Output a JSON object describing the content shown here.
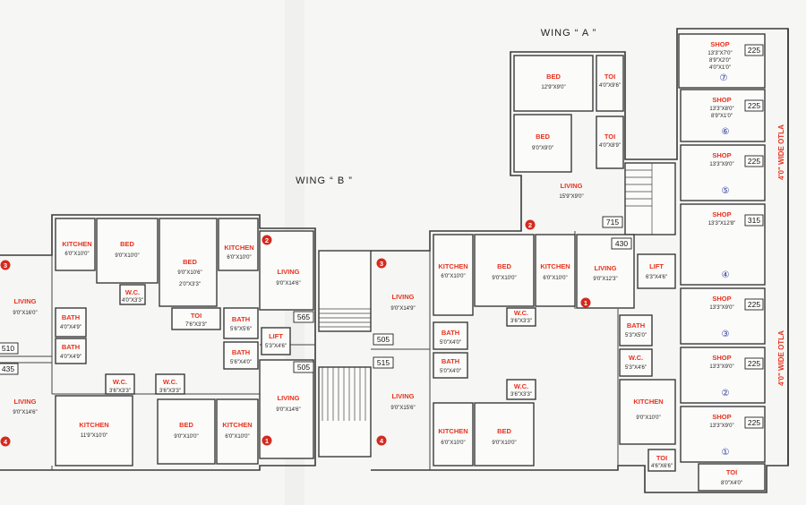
{
  "colors": {
    "label": "#e8321e",
    "badge": "#d42a1e",
    "shop_number": "#2a3a9a",
    "wall": "#3a3a3a"
  },
  "wings": [
    {
      "id": "a",
      "label": "WING “ A ”"
    },
    {
      "id": "b",
      "label": "WING “ B ”"
    }
  ],
  "otla": [
    {
      "id": "upper",
      "label": "4'0\" WIDE OTLA"
    },
    {
      "id": "lower",
      "label": "4'0\" WIDE OTLA"
    }
  ],
  "rooms": [
    {
      "id": "a-bed-1",
      "name": "BED",
      "dims": [
        "12'9\"X9'0\""
      ]
    },
    {
      "id": "a-toi-1",
      "name": "TOI",
      "dims": [
        "4'0\"X9'6\""
      ]
    },
    {
      "id": "a-bed-2",
      "name": "BED",
      "dims": [
        "9'0\"X9'0\""
      ]
    },
    {
      "id": "a-toi-2",
      "name": "TOI",
      "dims": [
        "4'0\"X8'9\""
      ]
    },
    {
      "id": "a-living-top",
      "name": "LIVING",
      "dims": [
        "15'9\"X9'0\""
      ]
    },
    {
      "id": "a-kitchen-1",
      "name": "KITCHEN",
      "dims": [
        "6'0\"X10'0\""
      ]
    },
    {
      "id": "a-bed-3",
      "name": "BED",
      "dims": [
        "9'0\"X10'0\""
      ]
    },
    {
      "id": "a-kitchen-2",
      "name": "KITCHEN",
      "dims": [
        "6'0\"X10'0\""
      ]
    },
    {
      "id": "a-living-mid",
      "name": "LIVING",
      "dims": [
        "9'0\"X12'3\""
      ]
    },
    {
      "id": "a-lift",
      "name": "LIFT",
      "dims": [
        "6'3\"X4'6\""
      ]
    },
    {
      "id": "a-wc-1",
      "name": "W.C.",
      "dims": [
        "3'6\"X3'3\""
      ]
    },
    {
      "id": "a-bath-1",
      "name": "BATH",
      "dims": [
        "5'0\"X4'0\""
      ]
    },
    {
      "id": "a-bath-2",
      "name": "BATH",
      "dims": [
        "5'0\"X4'0\""
      ]
    },
    {
      "id": "a-bath-3",
      "name": "BATH",
      "dims": [
        "5'3\"X5'0\""
      ]
    },
    {
      "id": "a-wc-2",
      "name": "W.C.",
      "dims": [
        "5'3\"X4'6\""
      ]
    },
    {
      "id": "a-kitchen-3",
      "name": "KITCHEN",
      "dims": [
        "9'0\"X10'0\""
      ]
    },
    {
      "id": "a-wc-3",
      "name": "W.C.",
      "dims": [
        "3'6\"X3'3\""
      ]
    },
    {
      "id": "a-kitchen-4",
      "name": "KITCHEN",
      "dims": [
        "6'0\"X10'0\""
      ]
    },
    {
      "id": "a-bed-4",
      "name": "BED",
      "dims": [
        "9'0\"X10'0\""
      ]
    },
    {
      "id": "a-toi-3",
      "name": "TOI",
      "dims": [
        "4'6\"X6'6\""
      ]
    },
    {
      "id": "a-toi-shop",
      "name": "TOI",
      "dims": [
        "8'0\"X4'0\""
      ]
    },
    {
      "id": "a-living-l3",
      "name": "LIVING",
      "dims": [
        "9'0\"X14'9\""
      ]
    },
    {
      "id": "a-living-l4",
      "name": "LIVING",
      "dims": [
        "9'0\"X15'6\""
      ]
    },
    {
      "id": "b-kitchen-1",
      "name": "KITCHEN",
      "dims": [
        "6'0\"X10'0\""
      ]
    },
    {
      "id": "b-bed-1",
      "name": "BED",
      "dims": [
        "9'0\"X10'0\""
      ]
    },
    {
      "id": "b-bed-2",
      "name": "BED",
      "dims": [
        "9'0\"X10'6\"",
        "2'0\"X3'3\""
      ]
    },
    {
      "id": "b-kitchen-2",
      "name": "KITCHEN",
      "dims": [
        "6'0\"X10'0\""
      ]
    },
    {
      "id": "b-living-1",
      "name": "LIVING",
      "dims": [
        "9'0\"X14'6\""
      ]
    },
    {
      "id": "b-living-left-1",
      "name": "LIVING",
      "dims": [
        "9'0\"X16'0\""
      ]
    },
    {
      "id": "b-wc-1",
      "name": "W.C.",
      "dims": [
        "4'0\"X3'3\""
      ]
    },
    {
      "id": "b-bath-1",
      "name": "BATH",
      "dims": [
        "4'0\"X4'9\""
      ]
    },
    {
      "id": "b-bath-2",
      "name": "BATH",
      "dims": [
        "4'0\"X4'9\""
      ]
    },
    {
      "id": "b-toi",
      "name": "TOI",
      "dims": [
        "7'6\"X3'3\""
      ]
    },
    {
      "id": "b-bath-3",
      "name": "BATH",
      "dims": [
        "5'6\"X5'6\""
      ]
    },
    {
      "id": "b-bath-4",
      "name": "BATH",
      "dims": [
        "5'6\"X4'0\""
      ]
    },
    {
      "id": "b-lift",
      "name": "LIFT",
      "dims": [
        "5'3\"X4'6\""
      ]
    },
    {
      "id": "b-living-left-2",
      "name": "LIVING",
      "dims": [
        "9'0\"X14'6\""
      ]
    },
    {
      "id": "b-wc-2",
      "name": "W.C.",
      "dims": [
        "3'6\"X3'3\""
      ]
    },
    {
      "id": "b-wc-3",
      "name": "W.C.",
      "dims": [
        "3'6\"X3'3\""
      ]
    },
    {
      "id": "b-kitchen-3",
      "name": "KITCHEN",
      "dims": [
        "11'9\"X10'0\""
      ]
    },
    {
      "id": "b-bed-3",
      "name": "BED",
      "dims": [
        "9'0\"X10'0\""
      ]
    },
    {
      "id": "b-kitchen-4",
      "name": "KITCHEN",
      "dims": [
        "6'0\"X10'0\""
      ]
    },
    {
      "id": "b-living-2",
      "name": "LIVING",
      "dims": [
        "9'0\"X14'6\""
      ]
    }
  ],
  "shops": [
    {
      "number": "⑦",
      "area": "225",
      "name": "SHOP",
      "dims": [
        "13'3\"X7'0\"",
        "8'9\"X2'0\"",
        "4'0\"X1'0\""
      ]
    },
    {
      "number": "⑥",
      "area": "225",
      "name": "SHOP",
      "dims": [
        "13'3\"X8'0\"",
        "8'9\"X1'0\""
      ]
    },
    {
      "number": "⑤",
      "area": "225",
      "name": "SHOP",
      "dims": [
        "13'3\"X9'0\""
      ]
    },
    {
      "number": "④",
      "area": "315",
      "name": "SHOP",
      "dims": [
        "13'3\"X12'8\""
      ]
    },
    {
      "number": "③",
      "area": "225",
      "name": "SHOP",
      "dims": [
        "13'3\"X9'0\""
      ]
    },
    {
      "number": "②",
      "area": "225",
      "name": "SHOP",
      "dims": [
        "13'3\"X9'0\""
      ]
    },
    {
      "number": "①",
      "area": "225",
      "name": "SHOP",
      "dims": [
        "13'3\"X9'0\""
      ]
    }
  ],
  "area_tags": [
    {
      "id": "a-living-top",
      "value": "715"
    },
    {
      "id": "a-living-mid",
      "value": "430"
    },
    {
      "id": "a-living-l3",
      "value": "505"
    },
    {
      "id": "a-living-l4",
      "value": "515"
    },
    {
      "id": "b-living-1",
      "value": "565"
    },
    {
      "id": "b-living-2",
      "value": "505"
    },
    {
      "id": "b-living-left-1",
      "value": "510"
    },
    {
      "id": "b-living-left-2",
      "value": "435"
    }
  ],
  "flat_badges": [
    {
      "id": "a-top",
      "value": "2"
    },
    {
      "id": "a-mid",
      "value": "1"
    },
    {
      "id": "a-l3",
      "value": "3"
    },
    {
      "id": "a-l4",
      "value": "4"
    },
    {
      "id": "b-r2",
      "value": "2"
    },
    {
      "id": "b-r1",
      "value": "1"
    },
    {
      "id": "b-l3",
      "value": "3"
    },
    {
      "id": "b-l4",
      "value": "4"
    }
  ]
}
